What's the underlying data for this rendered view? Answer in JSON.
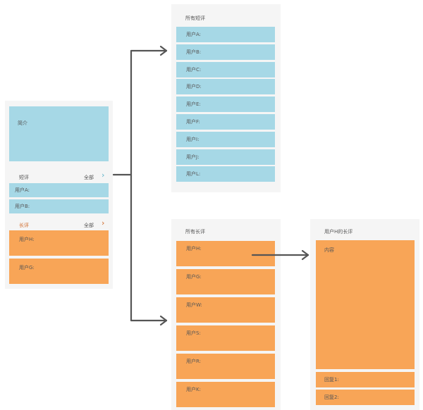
{
  "main": {
    "intro_label": "简介",
    "short_review_label": "短评",
    "long_review_label": "长评",
    "all_label": "全部",
    "short_users": [
      "用户A:",
      "用户B:"
    ],
    "long_users": [
      "用户H:",
      "用户G:"
    ]
  },
  "all_short": {
    "title": "所有短评",
    "users": [
      "用户A:",
      "用户B:",
      "用户C:",
      "用户D:",
      "用户E:",
      "用户F:",
      "用户I:",
      "用户J:",
      "用户L:"
    ]
  },
  "all_long": {
    "title": "所有长评",
    "users": [
      "用户H:",
      "用户G:",
      "用户W:",
      "用户S:",
      "用户R:",
      "用户K:"
    ]
  },
  "detail": {
    "title": "用户H的长评",
    "content_label": "内容",
    "replies": [
      "回复1:",
      "回复2:"
    ]
  },
  "colors": {
    "blue": "#a6d8e6",
    "orange": "#f8a557",
    "panel": "#f5f5f5",
    "arrow": "#555555"
  }
}
